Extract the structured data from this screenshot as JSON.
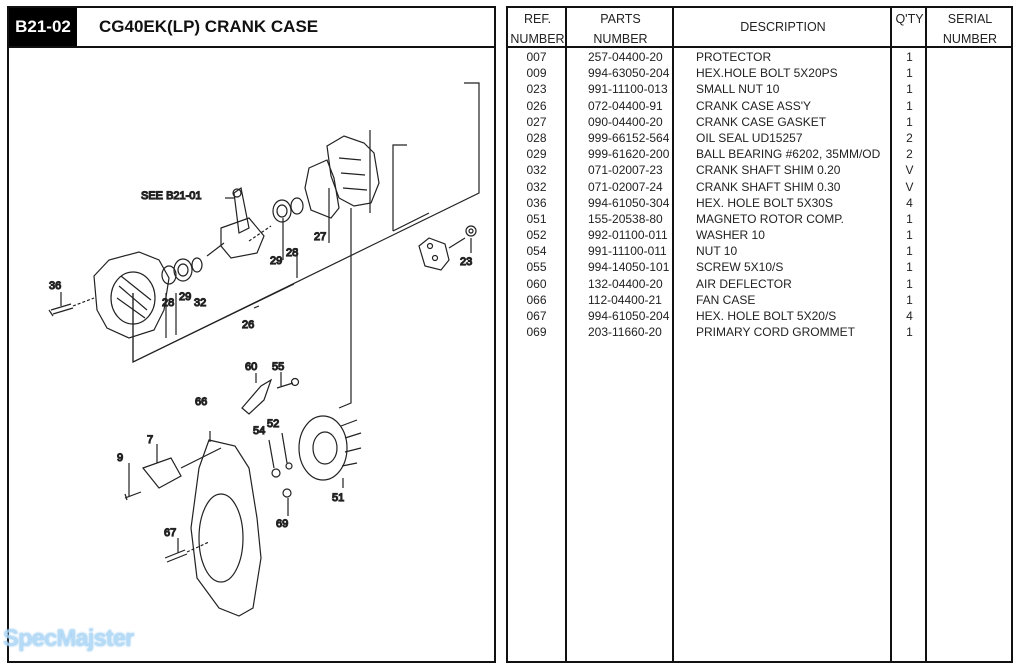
{
  "page": {
    "section_code": "B21-02",
    "title": "CG40EK(LP)  CRANK CASE"
  },
  "diagram": {
    "reference_note": "SEE B21-01",
    "callouts": [
      "36",
      "28",
      "29",
      "32",
      "26",
      "29",
      "28",
      "27",
      "23",
      "60",
      "55",
      "66",
      "7",
      "9",
      "54",
      "52",
      "51",
      "69",
      "67"
    ]
  },
  "table": {
    "headers": {
      "ref": [
        "REF.",
        "NUMBER"
      ],
      "parts": [
        "PARTS",
        "NUMBER"
      ],
      "description": "DESCRIPTION",
      "qty": "Q'TY",
      "serial": [
        "SERIAL",
        "NUMBER"
      ]
    },
    "rows": [
      {
        "ref": "007",
        "part": "257-04400-20",
        "desc": "PROTECTOR",
        "qty": "1"
      },
      {
        "ref": "009",
        "part": "994-63050-204",
        "desc": "HEX.HOLE BOLT 5X20PS",
        "qty": "1"
      },
      {
        "ref": "023",
        "part": "991-11100-013",
        "desc": "SMALL NUT 10",
        "qty": "1"
      },
      {
        "ref": "026",
        "part": "072-04400-91",
        "desc": "CRANK CASE ASS'Y",
        "qty": "1"
      },
      {
        "ref": "027",
        "part": "090-04400-20",
        "desc": "CRANK CASE GASKET",
        "qty": "1"
      },
      {
        "ref": "028",
        "part": "999-66152-564",
        "desc": "OIL SEAL UD15257",
        "qty": "2"
      },
      {
        "ref": "029",
        "part": "999-61620-200",
        "desc": "BALL BEARING #6202, 35MM/OD",
        "qty": "2"
      },
      {
        "ref": "032",
        "part": "071-02007-23",
        "desc": "CRANK SHAFT SHIM 0.20",
        "qty": "V"
      },
      {
        "ref": "032",
        "part": "071-02007-24",
        "desc": "CRANK SHAFT SHIM 0.30",
        "qty": "V"
      },
      {
        "ref": "036",
        "part": "994-61050-304",
        "desc": "HEX. HOLE BOLT 5X30S",
        "qty": "4"
      },
      {
        "ref": "051",
        "part": "155-20538-80",
        "desc": "MAGNETO ROTOR COMP.",
        "qty": "1"
      },
      {
        "ref": "052",
        "part": "992-01100-011",
        "desc": "WASHER 10",
        "qty": "1"
      },
      {
        "ref": "054",
        "part": "991-11100-011",
        "desc": "NUT 10",
        "qty": "1"
      },
      {
        "ref": "055",
        "part": "994-14050-101",
        "desc": "SCREW 5X10/S",
        "qty": "1"
      },
      {
        "ref": "060",
        "part": "132-04400-20",
        "desc": "AIR DEFLECTOR",
        "qty": "1"
      },
      {
        "ref": "066",
        "part": "112-04400-21",
        "desc": "FAN CASE",
        "qty": "1"
      },
      {
        "ref": "067",
        "part": "994-61050-204",
        "desc": "HEX. HOLE BOLT 5X20/S",
        "qty": "4"
      },
      {
        "ref": "069",
        "part": "203-11660-20",
        "desc": "PRIMARY CORD GROMMET",
        "qty": "1"
      }
    ]
  },
  "watermark": "SpecMajster"
}
